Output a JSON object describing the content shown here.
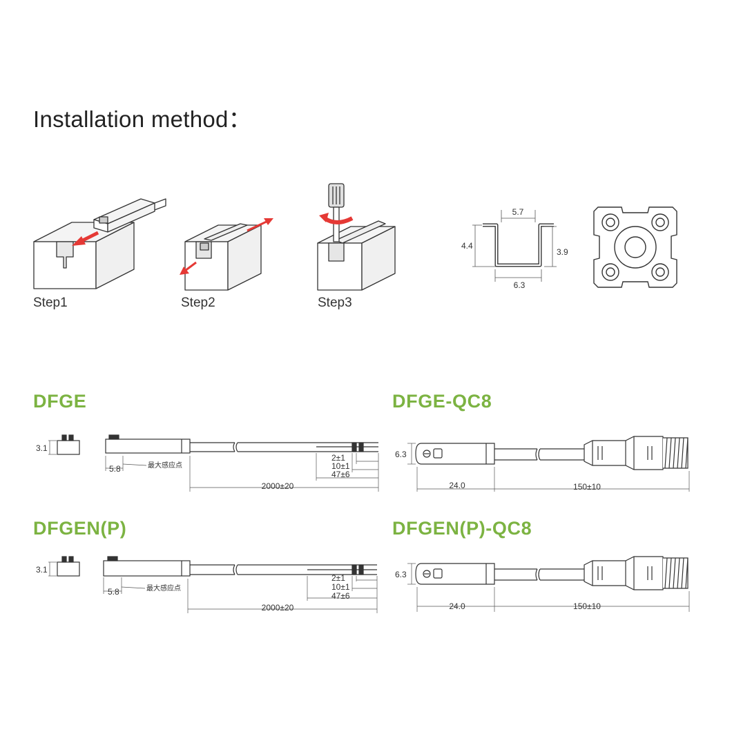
{
  "title": "Installation method：",
  "steps": [
    {
      "label": "Step1"
    },
    {
      "label": "Step2"
    },
    {
      "label": "Step3"
    }
  ],
  "slot_profile": {
    "top_width": "5.7",
    "height_left": "4.4",
    "height_right": "3.9",
    "bottom_width": "6.3"
  },
  "models": {
    "dfge": {
      "name": "DFGE",
      "height": "3.1",
      "sensing_offset": "5.8",
      "sensing_note": "最大感应点",
      "strip_2": "2±1",
      "strip_10": "10±1",
      "strip_47": "47±6",
      "cable_length": "2000±20"
    },
    "dfgen": {
      "name": "DFGEN(P)",
      "height": "3.1",
      "sensing_offset": "5.8",
      "sensing_note": "最大感应点",
      "strip_2": "2±1",
      "strip_10": "10±1",
      "strip_47": "47±6",
      "cable_length": "2000±20"
    },
    "dfge_qc8": {
      "name": "DFGE-QC8",
      "height": "6.3",
      "body_length": "24.0",
      "cable_length": "150±10"
    },
    "dfgen_qc8": {
      "name": "DFGEN(P)-QC8",
      "height": "6.3",
      "body_length": "24.0",
      "cable_length": "150±10"
    }
  },
  "colors": {
    "model_title": "#7cb342",
    "arrow_red": "#e53935",
    "line": "#333333"
  }
}
